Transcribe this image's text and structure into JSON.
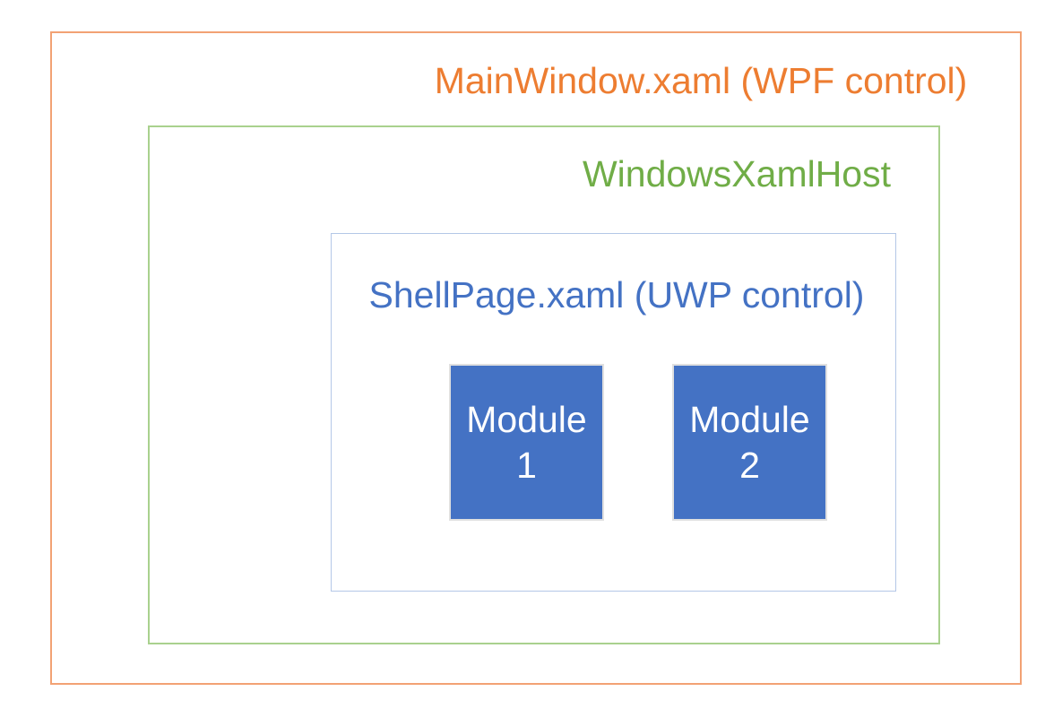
{
  "diagram": {
    "outer_box": {
      "label": "MainWindow.xaml (WPF control)",
      "text_color": "#ED7D31",
      "border_color": "#F2A274"
    },
    "host_box": {
      "label": "WindowsXamlHost",
      "text_color": "#70AD47",
      "border_color": "#A9D18E"
    },
    "shell_box": {
      "label": "ShellPage.xaml (UWP control)",
      "text_color": "#4472C4",
      "border_color": "#B4C7E7"
    },
    "modules": [
      {
        "line1": "Module",
        "line2": "1",
        "fill_color": "#4472C4",
        "text_color": "#FFFFFF",
        "border_color": "#E0E0E0"
      },
      {
        "line1": "Module",
        "line2": "2",
        "fill_color": "#4472C4",
        "text_color": "#FFFFFF",
        "border_color": "#E0E0E0"
      }
    ],
    "background_color": "#FFFFFF"
  }
}
